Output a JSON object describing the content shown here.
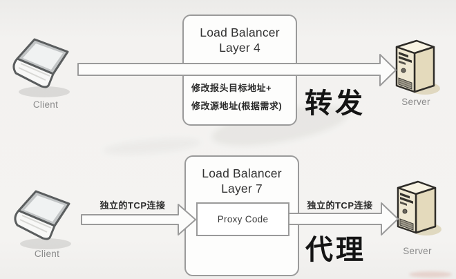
{
  "diagram": {
    "top": {
      "client_label": "Client",
      "server_label": "Server",
      "box_title_line1": "Load Balancer",
      "box_title_line2": "Layer 4",
      "note_line1": "修改报头目标地址+",
      "note_line2": "修改源地址(根据需求)",
      "mode_label": "转发"
    },
    "bottom": {
      "client_label": "Client",
      "server_label": "Server",
      "box_title_line1": "Load Balancer",
      "box_title_line2": "Layer 7",
      "inner_box_label": "Proxy Code",
      "tcp_left_label": "独立的TCP连接",
      "tcp_right_label": "独立的TCP连接",
      "mode_label": "代理"
    },
    "icons": {
      "client": "laptop-icon",
      "server": "server-tower-icon",
      "connection": "right-arrow"
    },
    "colors": {
      "background": "#f1f0ee",
      "box_border": "#9a9a9a",
      "box_fill": "#fdfdfc",
      "arrow_fill": "#fcfcfb",
      "arrow_border": "#9a9a9a",
      "title_text": "#333333",
      "note_text": "#2a2a2a",
      "mode_text": "#141414",
      "label_gray": "#8a8a8a",
      "server_beige": "#efe8d2"
    }
  }
}
